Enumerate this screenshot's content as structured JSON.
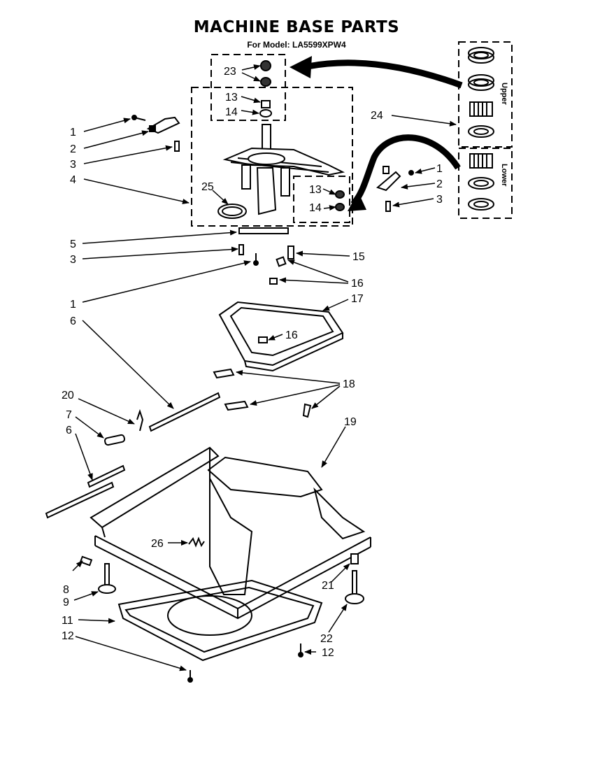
{
  "title": "MACHINE BASE PARTS",
  "subtitle": {
    "prefix": "For Model:",
    "model": "LA5599XPW4"
  },
  "side_labels": {
    "upper": "Upper",
    "lower": "Lower"
  },
  "callouts": {
    "c23": "23",
    "c13a": "13",
    "c14a": "14",
    "c24": "24",
    "c1a": "1",
    "c2a": "2",
    "c3a": "3",
    "c4": "4",
    "c25": "25",
    "c13b": "13",
    "c14b": "14",
    "c1b": "1",
    "c2b": "2",
    "c3b": "3",
    "c5": "5",
    "c3c": "3",
    "c15": "15",
    "c1c": "1",
    "c16a": "16",
    "c6a": "6",
    "c17": "17",
    "c16b": "16",
    "c18": "18",
    "c20": "20",
    "c7": "7",
    "c19": "19",
    "c6b": "6",
    "c26": "26",
    "c8": "8",
    "c21": "21",
    "c9": "9",
    "c11": "11",
    "c22": "22",
    "c12a": "12",
    "c12b": "12"
  }
}
